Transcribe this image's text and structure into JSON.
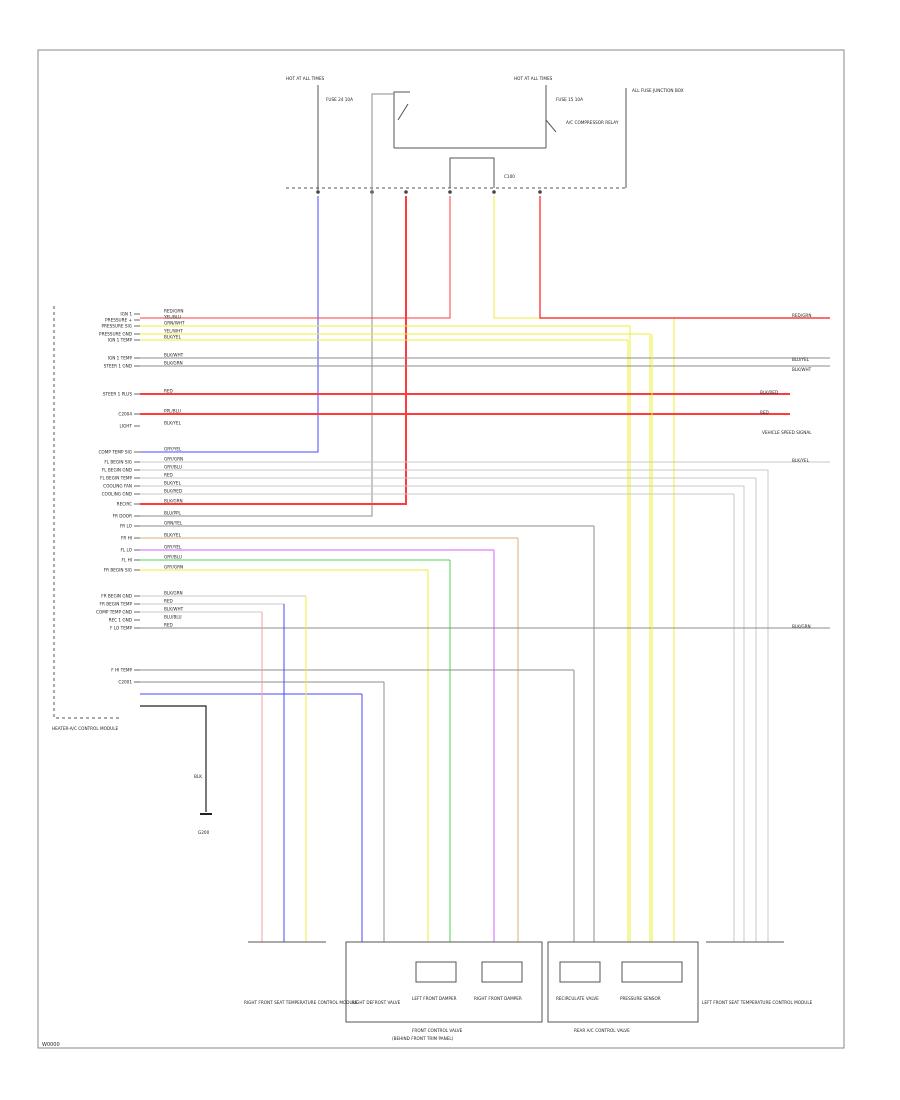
{
  "diagram": {
    "title": "",
    "figure_id": "W0000",
    "colors": {
      "red": "#ff3b3b",
      "pink": "#f3a0a0",
      "blue": "#4a4aff",
      "purple": "#d060ff",
      "yellow": "#eeee3a",
      "green": "#50d050",
      "gray": "#8c8c8c",
      "lightgray": "#c8c8c8",
      "black": "#222222",
      "tan": "#d8b070"
    },
    "top_labels": {
      "hot_left": "HOT AT ALL TIMES",
      "fuse_left": "FUSE 24 10A",
      "hot_right": "HOT AT ALL TIMES",
      "fuse_right": "FUSE 15 10A",
      "relay": "A/C COMPRESSOR RELAY",
      "fuse_box": "ALL FUSE JUNCTION BOX",
      "connector_note": "C100"
    },
    "module": {
      "name": "HEATER-A/C CONTROL MODULE",
      "pins": [
        "IGN 1",
        "PRESSURE +",
        "PRESSURE SIG",
        "PRESSURE GND",
        "IGN 1 TEMP",
        "IGN 1 TEMP",
        "STEER 1 GND",
        "STEER 1 PLUS",
        "C2004",
        "LIGHT",
        "COMP TEMP SIG",
        "FL BEGIN SIG",
        "FL BEGIN GND",
        "FL BEGIN TEMP",
        "COOLING FAN",
        "COOLING GND",
        "RECIRC",
        "FR DOOR",
        "FR LO",
        "FR HI",
        "FL LO",
        "FL HI",
        "FR BEGIN SIG",
        "FR BEGIN GND",
        "FR BEGIN TEMP",
        "COMP TEMP GND",
        "REC 1 GND",
        "F LO TEMP",
        "F HI TEMP",
        "C2001"
      ],
      "wire_codes": [
        "RED/GRN",
        "YEL/BLU",
        "GRN/WHT",
        "YEL/WHT",
        "BLK/YEL",
        "BLK/WHT",
        "BLK/GRN",
        "RED",
        "PPL/BLU",
        "BLK/YEL",
        "GRY/YEL",
        "GRY/GRN",
        "GRY/BLU",
        "RED",
        "BLK/YEL",
        "BLK/RED",
        "BLK/GRN",
        "BLU/PPL",
        "GRN/YEL",
        "BLK/YEL",
        "GRY/YEL",
        "GRY/BLU",
        "GRY/GRN",
        "BLK/GRN",
        "RED",
        "BLK/WHT",
        "BLU/BLU",
        "RED"
      ]
    },
    "right_labels": [
      "RED/GRN",
      "BLU/YEL",
      "BLK/WHT",
      "BLK/RED",
      "RED",
      "VEHICLE SPEED SIGNAL",
      "BLK/YEL",
      "BLK/GRN"
    ],
    "ground": {
      "wire": "BLK",
      "label": "G200"
    },
    "bottom_components": [
      "RIGHT FRONT SEAT TEMPERATURE CONTROL MODULE",
      "RIGHT DEFROST VALVE",
      "LEFT FRONT DAMPER",
      "RIGHT FRONT DAMPER",
      "RECIRCULATE VALVE",
      "PRESSURE SENSOR",
      "LEFT FRONT SEAT TEMPERATURE CONTROL MODULE"
    ],
    "bottom_groups": [
      "FRONT CONTROL VALVE",
      "(BEHIND FRONT TRIM PANEL)",
      "REAR A/C CONTROL VALVE"
    ]
  }
}
